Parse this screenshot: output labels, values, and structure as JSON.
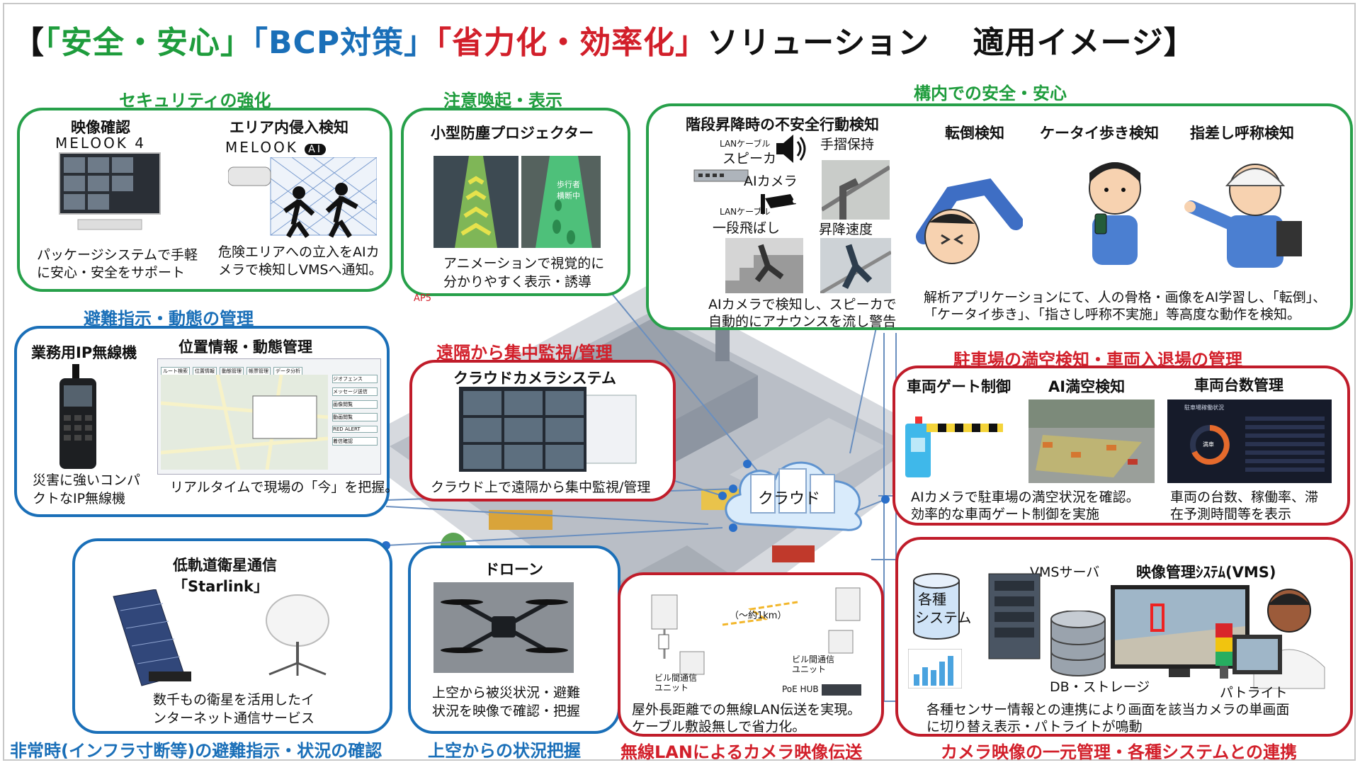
{
  "title": {
    "open": "【",
    "p1": "「安全・安心」",
    "p2": "「BCP対策」",
    "p3": "「省力化・効率化」",
    "p4": "ソリューション　 適用イメージ",
    "close": "】"
  },
  "sections": {
    "security": "セキュリティの強化",
    "alert": "注意喚起・表示",
    "onsite": "構内での安全・安心",
    "evac": "避難指示・動態の管理",
    "remote": "遠隔から集中監視/管理",
    "parking": "駐車場の満空検知・車両入退場の管理",
    "emergency": "非常時(インフラ寸断等)の避難指示・状況の確認",
    "sky": "上空からの状況把握",
    "wlan": "無線LANによるカメラ映像伝送",
    "vms": "カメラ映像の一元管理・各種システムとの連携"
  },
  "security": {
    "video_label": "映像確認",
    "melook4": "MELOOK 4",
    "video_desc": [
      "パッケージシステムで手軽",
      "に安心・安全をサポート"
    ],
    "intrusion_label": "エリア内侵入検知",
    "melookai": "MELOOK",
    "ai_badge": "AI",
    "intrusion_desc": [
      "危険エリアへの立入をAIカ",
      "メラで検知しVMSへ通知。"
    ]
  },
  "alert": {
    "label": "小型防塵プロジェクター",
    "floor_text": [
      "歩行者",
      "横断中"
    ],
    "desc": [
      "アニメーションで視覚的に",
      "分かりやすく表示・誘導"
    ]
  },
  "onsite": {
    "stairs_label": "階段昇降時の不安全行動検知",
    "lan1": "LANケーブル",
    "speaker": "スピーカ",
    "aicam": "AIカメラ",
    "lan2": "LANケーブル",
    "handrail": "手摺保持",
    "skip": "一段飛ばし",
    "speed": "昇降速度",
    "stairs_desc": [
      "AIカメラで検知し、スピーカで",
      "自動的にアナウンスを流し警告"
    ],
    "fall_label": "転倒検知",
    "phone_label": "ケータイ歩き検知",
    "point_label": "指差し呼称検知",
    "right_desc": [
      "解析アプリケーションにて、人の骨格・画像をAI学習し、「転倒」、",
      "「ケータイ歩き」、「指さし呼称不実施」等高度な動作を検知。"
    ]
  },
  "evac": {
    "radio_label": "業務用IP無線機",
    "radio_desc": [
      "災害に強いコンパ",
      "クトなIP無線機"
    ],
    "pos_label": "位置情報・動態管理",
    "pos_desc": "リアルタイムで現場の「今」を把握。",
    "ui_tags": [
      "ルート検索",
      "位置情報",
      "動態管理",
      "帳票管理",
      "データ分析",
      "ジオフェンス",
      "メッセージ送信",
      "画像閲覧",
      "動画閲覧",
      "RED ALERT",
      "着信確認"
    ]
  },
  "remote": {
    "label": "クラウドカメラシステム",
    "desc": "クラウド上で遠隔から集中監視/管理",
    "ap": "AP5"
  },
  "cloud": {
    "label": "クラウド"
  },
  "parking": {
    "gate_label": "車両ゲート制御",
    "ai_label": "AI満空検知",
    "count_label": "車両台数管理",
    "ai_desc": [
      "AIカメラで駐車場の満空状況を確認。",
      "効率的な車両ゲート制御を実施"
    ],
    "count_desc": [
      "車両の台数、稼働率、滞",
      "在予測時間等を表示"
    ],
    "dash_title": "駐車場稼働状況",
    "dash_sub": "満車"
  },
  "emergency": {
    "label": [
      "低軌道衛星通信",
      "「Starlink」"
    ],
    "desc": [
      "数千もの衛星を活用したイ",
      "ンターネット通信サービス"
    ]
  },
  "drone": {
    "label": "ドローン",
    "desc": [
      "上空から被災状況・避難",
      "状況を映像で確認・把握"
    ]
  },
  "wlan": {
    "dist": "（～約1km）",
    "unit_left": [
      "ビル間通信",
      "ユニット"
    ],
    "unit_right": [
      "ビル間通信",
      "ユニット"
    ],
    "poe": "PoE HUB",
    "desc": [
      "屋外長距離での無線LAN伝送を実現。",
      "ケーブル敷設無しで省力化。"
    ]
  },
  "vms": {
    "systems": [
      "各種",
      "システム"
    ],
    "server": "VMSサーバ",
    "label": "映像管理ｼｽﾃﾑ(VMS)",
    "db": "DB・ストレージ",
    "patlite": "パトライト",
    "desc": [
      "各種センサー情報との連携により画面を該当カメラの単画面",
      "に切り替え表示・パトライトが鳴動"
    ]
  },
  "colors": {
    "green": "#1e9c3c",
    "blue": "#1a6fb8",
    "red": "#d21f2a"
  }
}
